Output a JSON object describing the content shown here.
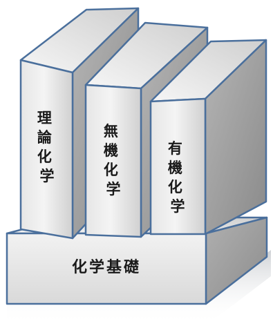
{
  "foundation": {
    "label": "化学基礎"
  },
  "books": [
    {
      "label": "理論化学"
    },
    {
      "label": "無機化学"
    },
    {
      "label": "有機化学"
    }
  ],
  "colors": {
    "outline": "#4a6f9c",
    "face_light": "#f2f2f2",
    "face_mid": "#d6d6d6",
    "face_dark": "#9a9a9a",
    "shadow": "#cfd2d6"
  }
}
